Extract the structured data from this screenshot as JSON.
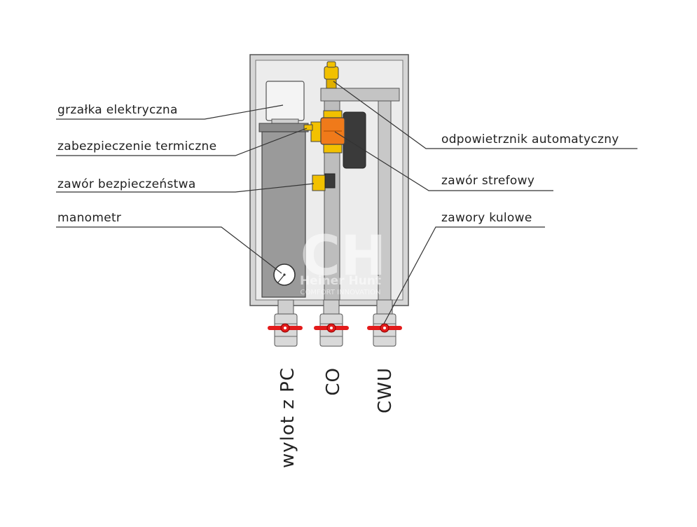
{
  "labels": {
    "heater": "grzałka elektryczna",
    "thermal": "zabezpieczenie termiczne",
    "safety_valve": "zawór bezpieczeństwa",
    "manometer": "manometr",
    "air_vent": "odpowietrznik automatyczny",
    "zone_valve": "zawór strefowy",
    "ball_valves": "zawory kulowe"
  },
  "outlets": {
    "pc": "wylot z PC",
    "co": "CO",
    "cwu": "CWU"
  },
  "watermark": {
    "logo": "CH",
    "brand": "Heiner Hunt",
    "tagline": "COMFORT INNOVATION"
  },
  "colors": {
    "housing": "#e8e8e8",
    "pipe": "#bdbdbd",
    "tank": "#9a9a9a",
    "brass": "#f2c100",
    "zone_valve": "#f07a1a",
    "valve_handle": "#e31b1b"
  }
}
